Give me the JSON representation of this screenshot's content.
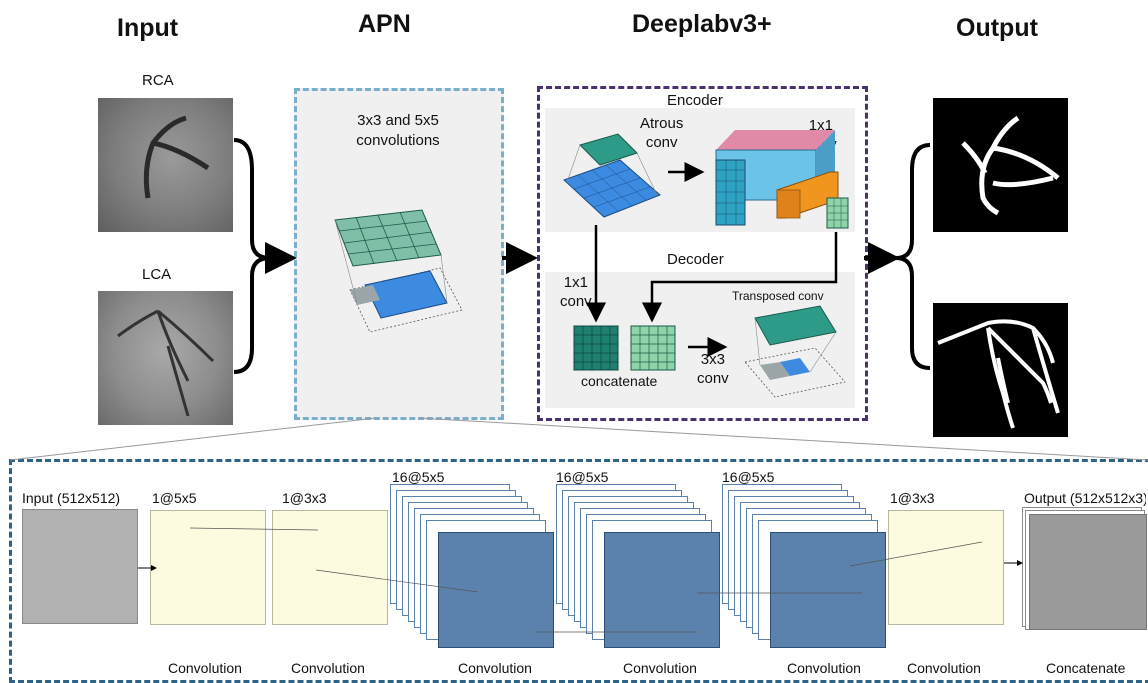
{
  "headers": {
    "input": "Input",
    "apn": "APN",
    "deeplab": "Deeplabv3+",
    "output": "Output"
  },
  "inputs": {
    "rca": "RCA",
    "lca": "LCA"
  },
  "apn": {
    "caption_line1": "3x3 and 5x5",
    "caption_line2": "convolutions"
  },
  "deeplab": {
    "encoder": "Encoder",
    "atrous_line1": "Atrous",
    "atrous_line2": "conv",
    "conv1x1_enc_line1": "1x1",
    "conv1x1_enc_line2": "conv",
    "decoder": "Decoder",
    "conv1x1_dec_line1": "1x1",
    "conv1x1_dec_line2": "conv",
    "transposed": "Transposed conv",
    "concatenate": "concatenate",
    "conv3x3_line1": "3x3",
    "conv3x3_line2": "conv"
  },
  "apn_detail": {
    "layers": [
      {
        "top": "Input (512x512)",
        "bottom": ""
      },
      {
        "top": "1@5x5",
        "bottom": "Convolution"
      },
      {
        "top": "1@3x3",
        "bottom": "Convolution"
      },
      {
        "top": "16@5x5",
        "bottom": "Convolution"
      },
      {
        "top": "16@5x5",
        "bottom": "Convolution"
      },
      {
        "top": "16@5x5",
        "bottom": "Convolution"
      },
      {
        "top": "1@3x3",
        "bottom": "Convolution"
      },
      {
        "top": "Output (512x512x3)",
        "bottom": "Concatenate"
      }
    ]
  },
  "colors": {
    "apn_border": "#7aaecb",
    "deeplab_border": "#4a3270",
    "detail_border": "#2c6386",
    "feature_blue": "#5b82ad",
    "teal": "#1f7f70",
    "light_green": "#8fd3a8",
    "orange": "#f0961e"
  }
}
